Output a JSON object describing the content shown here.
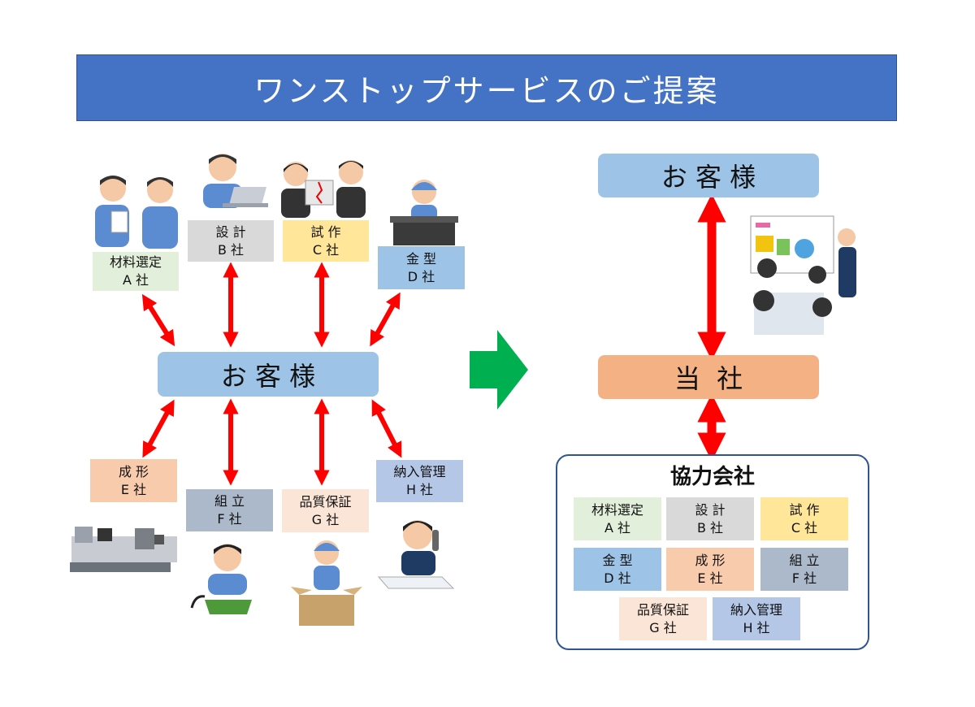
{
  "title": "ワンストップサービスのご提案",
  "left": {
    "customer": "お 客 様",
    "suppliers": [
      {
        "line1": "材料選定",
        "line2": "A 社",
        "color": "#e2efda"
      },
      {
        "line1": "設 計",
        "line2": "B 社",
        "color": "#d9d9d9"
      },
      {
        "line1": "試 作",
        "line2": "C 社",
        "color": "#ffe699"
      },
      {
        "line1": "金 型",
        "line2": "D 社",
        "color": "#9dc3e6"
      },
      {
        "line1": "成 形",
        "line2": "E 社",
        "color": "#f8cbad"
      },
      {
        "line1": "組 立",
        "line2": "F 社",
        "color": "#acb9ca"
      },
      {
        "line1": "品質保証",
        "line2": "G 社",
        "color": "#fbe5d6"
      },
      {
        "line1": "納入管理",
        "line2": "H 社",
        "color": "#b4c7e7"
      }
    ]
  },
  "right": {
    "customer": "お 客 様",
    "company": "当  社",
    "partners_title": "協力会社",
    "partners": [
      {
        "line1": "材料選定",
        "line2": "A 社"
      },
      {
        "line1": "設 計",
        "line2": "B 社"
      },
      {
        "line1": "試 作",
        "line2": "C 社"
      },
      {
        "line1": "金 型",
        "line2": "D 社"
      },
      {
        "line1": "成 形",
        "line2": "E 社"
      },
      {
        "line1": "組 立",
        "line2": "F 社"
      },
      {
        "line1": "品質保証",
        "line2": "G 社"
      },
      {
        "line1": "納入管理",
        "line2": "H 社"
      }
    ]
  },
  "colors": {
    "title_bar": "#4472c4",
    "arrow": "#ff0000",
    "transition_arrow": "#00b050",
    "customer_box": "#9dc3e6",
    "company_box": "#f4b183",
    "partner_frame": "#2f5597"
  },
  "illustrations": [
    "two-workers-discussing-icon",
    "engineer-laptop-icon",
    "puzzle-businesspeople-icon",
    "mechanic-press-icon",
    "presentation-meeting-icon",
    "injection-molding-machine-icon",
    "soldering-worker-icon",
    "packing-worker-icon",
    "phone-operator-icon"
  ]
}
